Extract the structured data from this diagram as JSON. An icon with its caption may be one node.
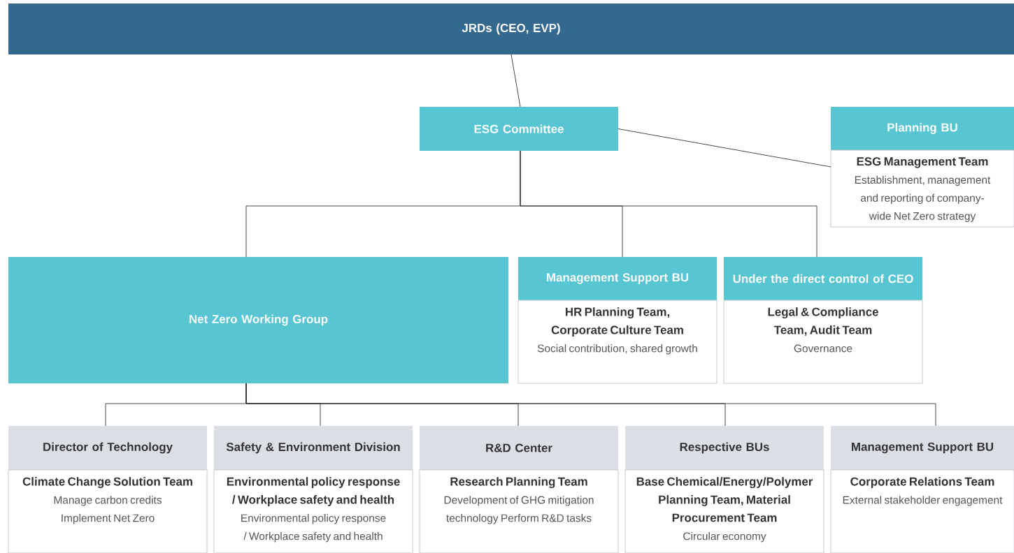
{
  "diagram": {
    "nodes": [
      {
        "text": [
          "JRDs (CEO, EVP)"
        ]
      },
      {
        "text": [
          "ESG Committee"
        ]
      },
      {
        "text": [
          "Planning BU",
          "ESG Management Team",
          "Establishment, management and reporting of company-wide Net Zero strategy"
        ]
      },
      {
        "text": [
          "Net Zero Working Group"
        ]
      },
      {
        "text": [
          "Management Support BU",
          "HR Planning Team, Corporate Culture Team",
          "Social contribution, shared growth"
        ]
      },
      {
        "text": [
          "Under the direct control of CEO",
          "Legal & Compliance Team, Audit Team",
          "Governance"
        ]
      },
      {
        "text": [
          "Director of Technology",
          "Climate Change Solution Team",
          "Manage carbon credits Implement Net Zero"
        ]
      },
      {
        "text": [
          "Safety & Environment Division",
          "Environmental policy response / Workplace safety and health",
          "Environmental policy response / Workplace safety and health"
        ]
      },
      {
        "text": [
          "R&D Center",
          "Research Planning Team",
          "Development of GHG mitigation technology Perform R&D tasks"
        ]
      },
      {
        "text": [
          "Respective BUs",
          "Base Chemical/Energy/Polymer Planning Team, Material Procurement Team",
          "Circular economy"
        ]
      },
      {
        "text": [
          "Management Support BU",
          "Corporate Relations Team",
          "External stakeholder engagement"
        ]
      }
    ],
    "edges": [
      {
        "from": 0,
        "to": 1,
        "arrow": "none"
      },
      {
        "from": 1,
        "to": 2,
        "arrow": "none"
      },
      {
        "from": 1,
        "to": 3,
        "arrow": "none"
      },
      {
        "from": 1,
        "to": 4,
        "arrow": "none"
      },
      {
        "from": 1,
        "to": 5,
        "arrow": "none"
      },
      {
        "from": 3,
        "to": 6,
        "arrow": "none"
      },
      {
        "from": 3,
        "to": 7,
        "arrow": "none"
      },
      {
        "from": 3,
        "to": 8,
        "arrow": "none"
      },
      {
        "from": 3,
        "to": 9,
        "arrow": "none"
      },
      {
        "from": 3,
        "to": 10,
        "arrow": "none"
      }
    ]
  }
}
